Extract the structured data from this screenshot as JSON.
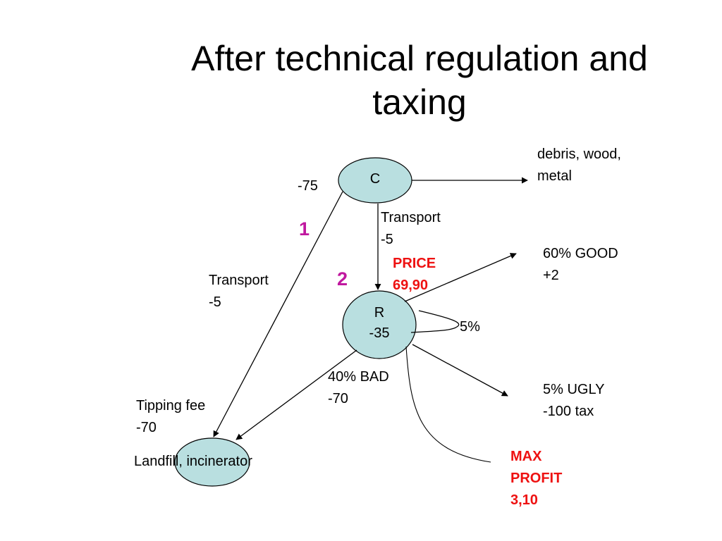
{
  "title": {
    "line1": "After technical regulation and",
    "line2": "taxing"
  },
  "nodes": {
    "c": {
      "label": "C"
    },
    "r": {
      "line1": "R",
      "line2": "-35"
    },
    "landfill": {
      "label": "Landfill, incinerator"
    }
  },
  "labels": {
    "c_value": "-75",
    "debris": {
      "line1": "debris, wood,",
      "line2": "metal"
    },
    "transport_cr": {
      "line1": "Transport",
      "line2": "-5"
    },
    "transport_cl": {
      "line1": "Transport",
      "line2": "-5"
    },
    "price": {
      "line1": "PRICE",
      "line2": "69,90"
    },
    "good": {
      "line1": "60% GOOD",
      "line2": "+2"
    },
    "loop": "5%",
    "bad": {
      "line1": "40% BAD",
      "line2": "-70"
    },
    "ugly": {
      "line1": "5% UGLY",
      "line2": "-100 tax"
    },
    "tipping": {
      "line1": "Tipping fee",
      "line2": "-70"
    },
    "max_profit": {
      "line1": "MAX",
      "line2": "PROFIT",
      "line3": "3,10"
    }
  },
  "route_numbers": {
    "one": "1",
    "two": "2"
  },
  "colors": {
    "node_fill": "#b9dfe0",
    "route_number": "#c0189f",
    "highlight": "#ee1111"
  }
}
